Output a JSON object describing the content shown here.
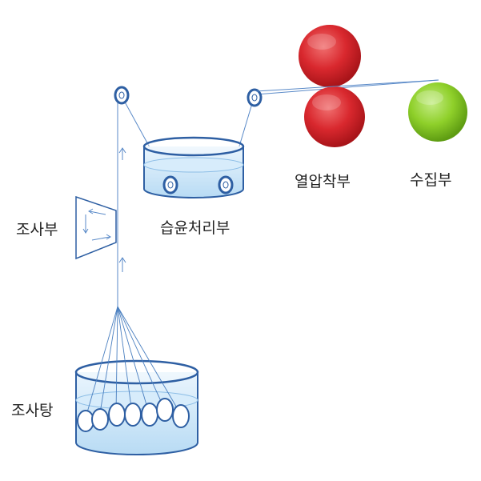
{
  "labels": {
    "spinning_unit": "조사부",
    "wet_treatment_unit": "습윤처리부",
    "heat_press_unit": "열압착부",
    "collection_unit": "수집부",
    "spinning_bath": "조사탕"
  },
  "colors": {
    "line": "#4a7fc0",
    "outline": "#2e5fa3",
    "water": "#cfe6f8",
    "red_roller": "#d9282e",
    "green_roller": "#7ac520"
  }
}
